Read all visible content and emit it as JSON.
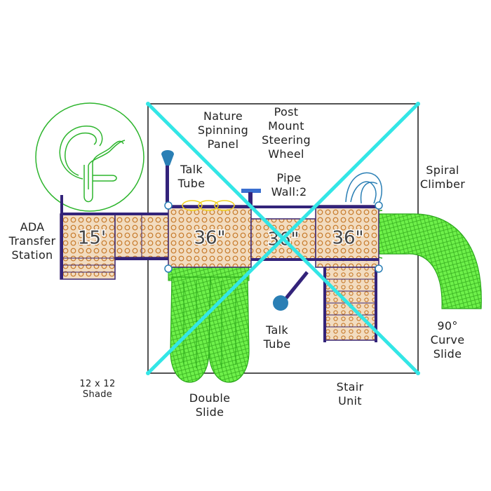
{
  "labels": {
    "nature_panel": "Nature\nSpinning\nPanel",
    "steering_wheel": "Post\nMount\nSteering\nWheel",
    "talk_tube_top": "Talk\nTube",
    "pipe_wall": "Pipe\nWall:2",
    "spiral_climber": "Spiral\nClimber",
    "ada_station": "ADA\nTransfer\nStation",
    "talk_tube_bottom": "Talk\nTube",
    "curve_slide": "90°\nCurve\nSlide",
    "shade": "12 x 12\nShade",
    "double_slide": "Double\nSlide",
    "stair_unit": "Stair\nUnit"
  },
  "decks": {
    "ada_deck": "15'",
    "deck_1": "36\"",
    "deck_2": "36\"",
    "deck_3": "36\""
  },
  "colors": {
    "frame": "#1a1a1a",
    "shade_x": "#33e6e6",
    "post": "#33237a",
    "deck_fill": "#f0d8b8",
    "deck_dot": "#c77a2a",
    "slide": "#66f040",
    "slide_line": "#2aa81a",
    "logo": "#2db52d",
    "talk_tube": "#2a7fb5",
    "wheel": "#3a6fd0"
  },
  "logo_icon": "cf-logo-icon"
}
